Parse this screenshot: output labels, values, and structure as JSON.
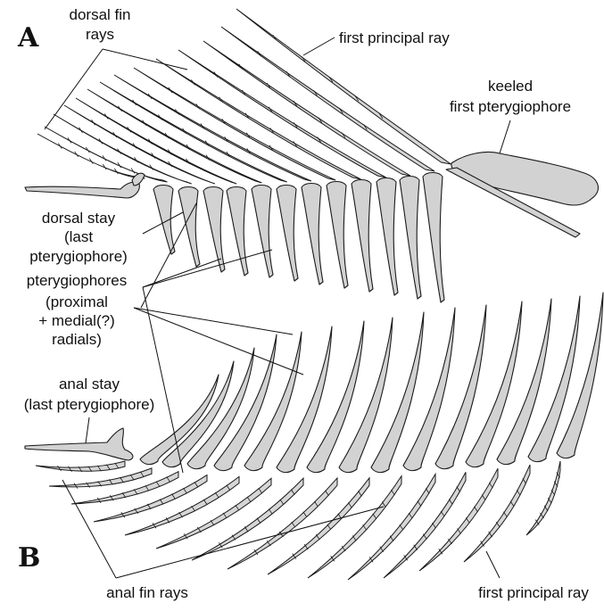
{
  "panels": {
    "a": "A",
    "b": "B"
  },
  "labels": {
    "dorsal_fin_rays_1": "dorsal fin",
    "dorsal_fin_rays_2": "rays",
    "first_principal_ray_top": "first principal ray",
    "keeled_1": "keeled",
    "keeled_2": "first pterygiophore",
    "dorsal_stay_1": "dorsal stay",
    "dorsal_stay_2": "(last",
    "dorsal_stay_3": "pterygiophore)",
    "pterygiophores_1": "pterygiophores",
    "pterygiophores_2": "(proximal",
    "pterygiophores_3": "+ medial(?)",
    "pterygiophores_4": "radials)",
    "anal_stay_1": "anal stay",
    "anal_stay_2": "(last pterygiophore)",
    "anal_fin_rays": "anal fin rays",
    "first_principal_ray_bottom": "first principal ray"
  },
  "colors": {
    "bone_fill": "#d2d2d2",
    "outline": "#1a1a1a",
    "background": "#ffffff"
  }
}
